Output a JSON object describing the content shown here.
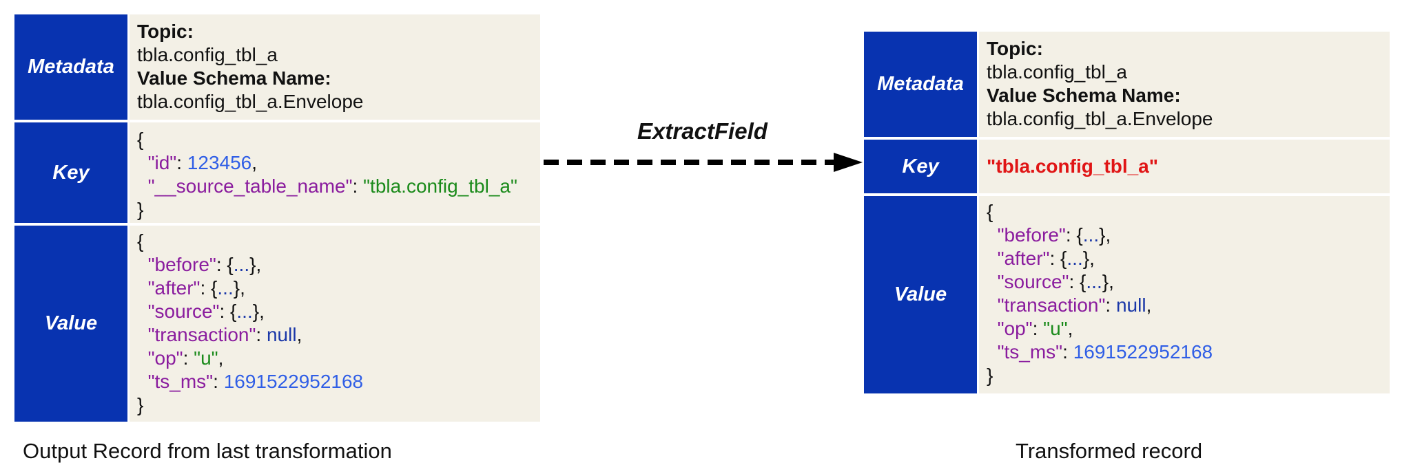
{
  "transform_label": "ExtractField",
  "left": {
    "caption": "Output Record from last transformation",
    "metadata_label": "Metadata",
    "key_label": "Key",
    "value_label": "Value",
    "topic_label": "Topic:",
    "topic_value": "tbla.config_tbl_a",
    "schema_label": "Value Schema Name:",
    "schema_value": "tbla.config_tbl_a.Envelope",
    "key_open": "{",
    "key_id_key": "\"id\"",
    "key_id_value": "123456",
    "key_src_key": "\"__source_table_name\"",
    "key_src_value": "\"tbla.config_tbl_a\"",
    "key_close": "}",
    "value_open": "{",
    "before_key": "\"before\"",
    "after_key": "\"after\"",
    "source_key": "\"source\"",
    "transaction_key": "\"transaction\"",
    "transaction_value": "null",
    "op_key": "\"op\"",
    "op_value": "\"u\"",
    "ts_key": "\"ts_ms\"",
    "ts_value": "1691522952168",
    "ellipsis": "...",
    "value_close": "}"
  },
  "right": {
    "caption": "Transformed record",
    "metadata_label": "Metadata",
    "key_label": "Key",
    "value_label": "Value",
    "topic_label": "Topic:",
    "topic_value": "tbla.config_tbl_a",
    "schema_label": "Value Schema Name:",
    "schema_value": "tbla.config_tbl_a.Envelope",
    "key_value": "\"tbla.config_tbl_a\"",
    "value_open": "{",
    "before_key": "\"before\"",
    "after_key": "\"after\"",
    "source_key": "\"source\"",
    "transaction_key": "\"transaction\"",
    "transaction_value": "null",
    "op_key": "\"op\"",
    "op_value": "\"u\"",
    "ts_key": "\"ts_ms\"",
    "ts_value": "1691522952168",
    "ellipsis": "...",
    "value_close": "}"
  },
  "colors": {
    "label_bg": "#0833b0",
    "content_bg": "#f3f0e6",
    "json_key": "#8a1c9e",
    "json_number": "#2f5ee6",
    "json_string": "#1a8a1a",
    "json_null": "#1a37a8",
    "extracted_key": "#e01515"
  }
}
